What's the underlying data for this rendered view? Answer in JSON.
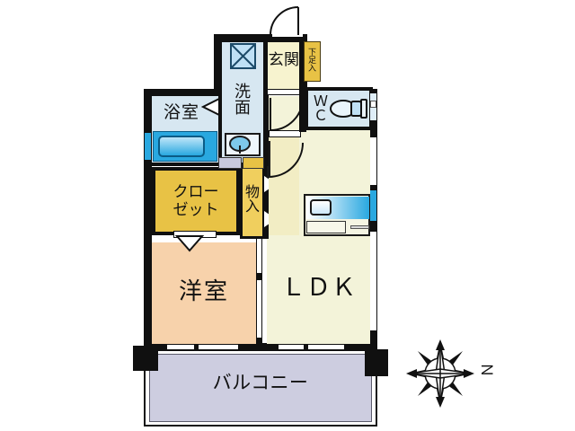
{
  "plan": {
    "type": "japanese-apartment-floor-plan",
    "layout_code": "1LDK",
    "rooms": [
      {
        "key": "ldk",
        "label": "ＬＤＫ",
        "color": "#f3f3d9"
      },
      {
        "key": "yoshitsu",
        "label": "洋室",
        "color": "#f7d2ab"
      },
      {
        "key": "closet",
        "label": "クローゼット",
        "color": "#e8c245"
      },
      {
        "key": "monoire",
        "label": "物入",
        "color": "#f0cf5e"
      },
      {
        "key": "yokushitsu",
        "label": "浴室",
        "color": "#d7e7f1"
      },
      {
        "key": "senmen",
        "label": "洗面",
        "color": "#d7e7f1"
      },
      {
        "key": "wc",
        "label": "ＷＣ",
        "color": "#d7e7f1"
      },
      {
        "key": "genkan",
        "label": "玄関",
        "color": "#f7f3cf"
      },
      {
        "key": "getabako",
        "label": "下足入",
        "color": "#e8c245"
      },
      {
        "key": "balcony",
        "label": "バルコニー",
        "color": "#cdcde0"
      },
      {
        "key": "hall",
        "label": "",
        "color": "#f2edc4"
      }
    ],
    "labels": {
      "ldk": "ＬＤＫ",
      "yoshitsu": "洋室",
      "closet_line1": "クロー",
      "closet_line2": "ゼット",
      "monoire_c1": "物",
      "monoire_c2": "入",
      "yokushitsu": "浴室",
      "senmen_c1": "洗",
      "senmen_c2": "面",
      "wc_c1": "Ｗ",
      "wc_c2": "Ｃ",
      "genkan": "玄関",
      "getabako_c1": "下",
      "getabako_c2": "足",
      "getabako_c3": "入",
      "balcony": "バルコニー"
    },
    "compass": {
      "north_label": "Ｎ",
      "note": "north arrow points to the right of the page"
    },
    "fixtures": [
      {
        "name": "bathtub",
        "room": "yokushitsu"
      },
      {
        "name": "washbasin",
        "room": "senmen"
      },
      {
        "name": "washing-machine-space",
        "room": "senmen"
      },
      {
        "name": "toilet",
        "room": "wc"
      },
      {
        "name": "kitchen-sink-counter",
        "room": "ldk"
      },
      {
        "name": "shoe-cabinet",
        "room": "genkan"
      }
    ],
    "colors": {
      "wall": "#101010",
      "ldk": "#f3f3d9",
      "bedroom": "#f7d2ab",
      "closet": "#e8c245",
      "wet_area": "#d7e7f1",
      "entry": "#f7f3cf",
      "hall": "#f2edc4",
      "balcony": "#cdcde0",
      "water_blue": "#29a8e0",
      "background": "#ffffff"
    }
  }
}
